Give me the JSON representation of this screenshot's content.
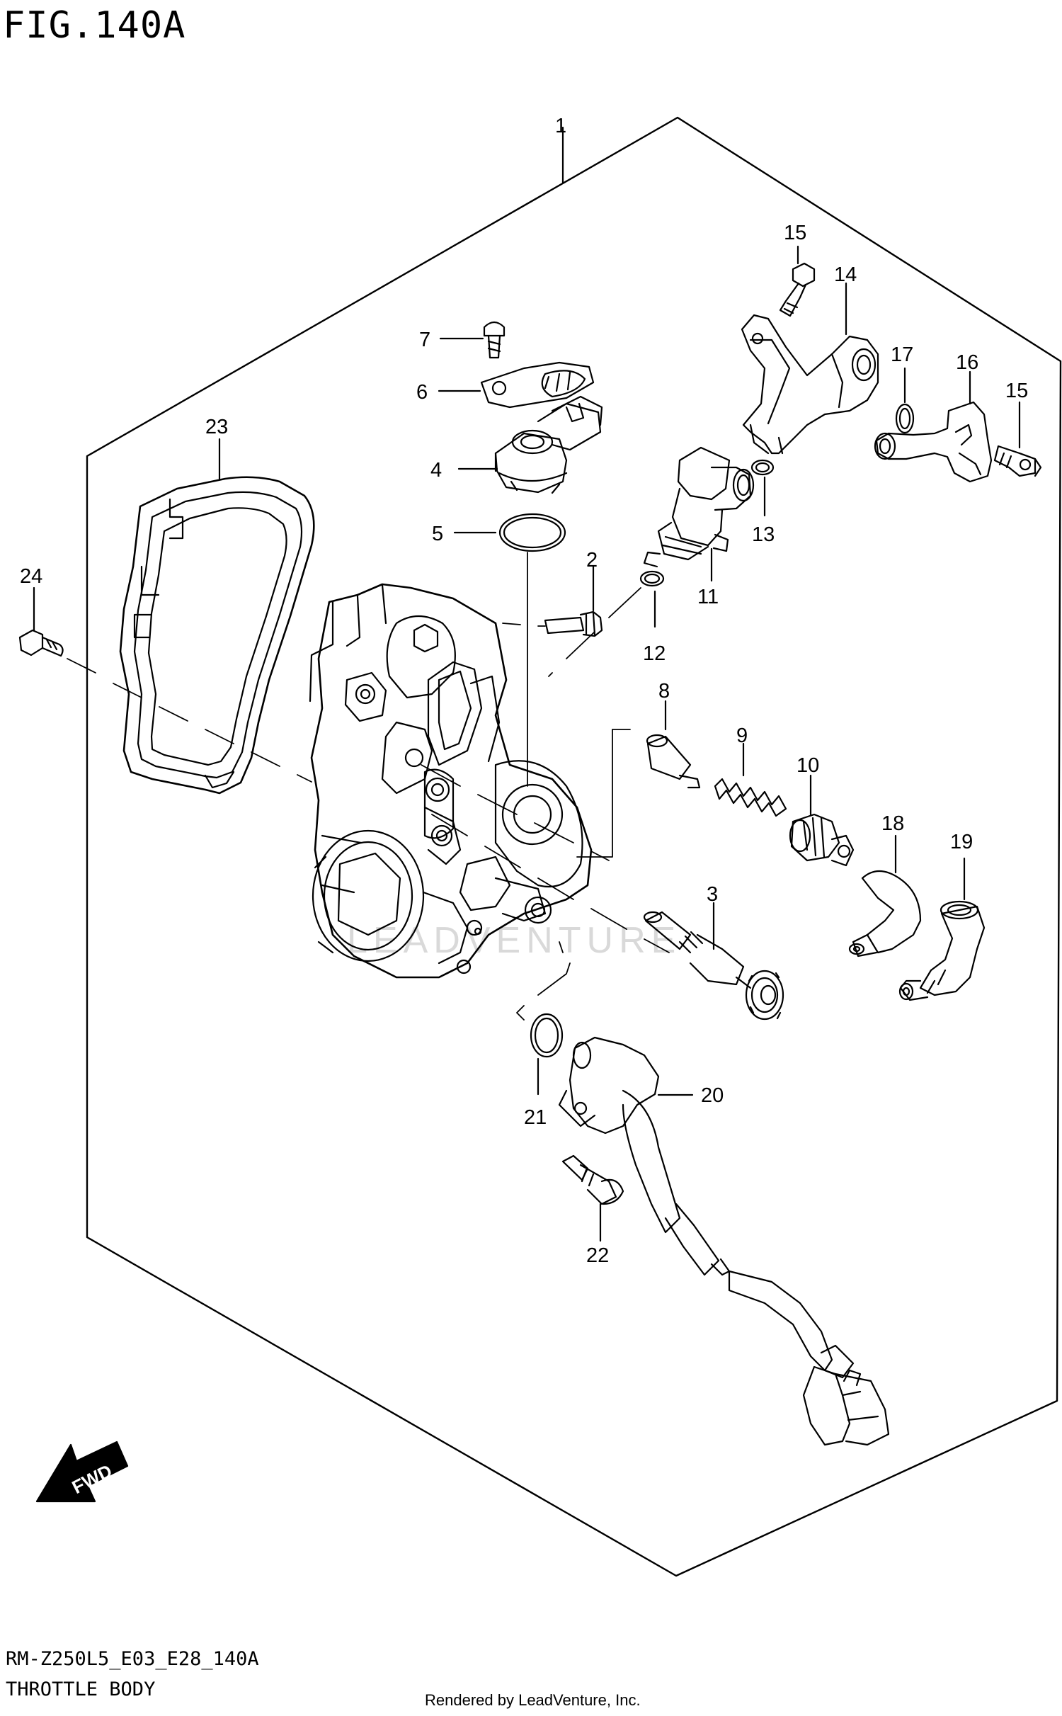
{
  "figure_id": "FIG.140A",
  "model_code": "RM-Z250L5_E03_E28_140A",
  "section_title": "THROTTLE BODY",
  "rendered_by": "Rendered by LeadVenture, Inc.",
  "watermark": "LEADVENTURE",
  "fwd_label": "FWD",
  "callouts": [
    "1",
    "2",
    "3",
    "4",
    "5",
    "6",
    "7",
    "8",
    "9",
    "10",
    "11",
    "12",
    "13",
    "14",
    "15",
    "15",
    "16",
    "17",
    "18",
    "19",
    "20",
    "21",
    "22",
    "23",
    "24"
  ]
}
